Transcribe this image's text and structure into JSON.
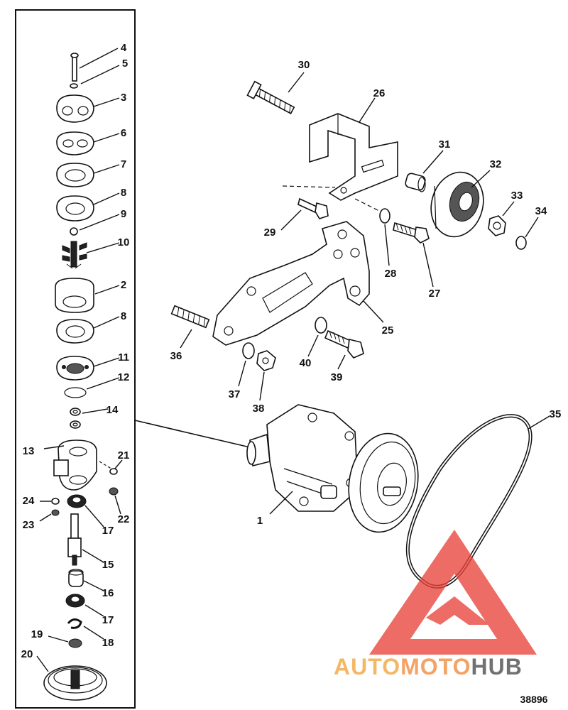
{
  "diagram": {
    "callouts": [
      "1",
      "2",
      "3",
      "4",
      "5",
      "6",
      "7",
      "8",
      "8",
      "9",
      "10",
      "11",
      "12",
      "13",
      "14",
      "15",
      "16",
      "17",
      "17",
      "18",
      "19",
      "20",
      "21",
      "22",
      "23",
      "24",
      "25",
      "26",
      "27",
      "28",
      "29",
      "30",
      "31",
      "32",
      "33",
      "34",
      "35",
      "36",
      "37",
      "38",
      "39",
      "40"
    ],
    "figure_number": "38896"
  },
  "watermark": {
    "word_a": "AUTO",
    "word_b": "MOTO",
    "word_c": "HUB",
    "colors": {
      "triangle": "#e8433a",
      "auto": "#f2a33a",
      "moto": "#f08a3c",
      "hub": "#4a4a4a"
    }
  }
}
